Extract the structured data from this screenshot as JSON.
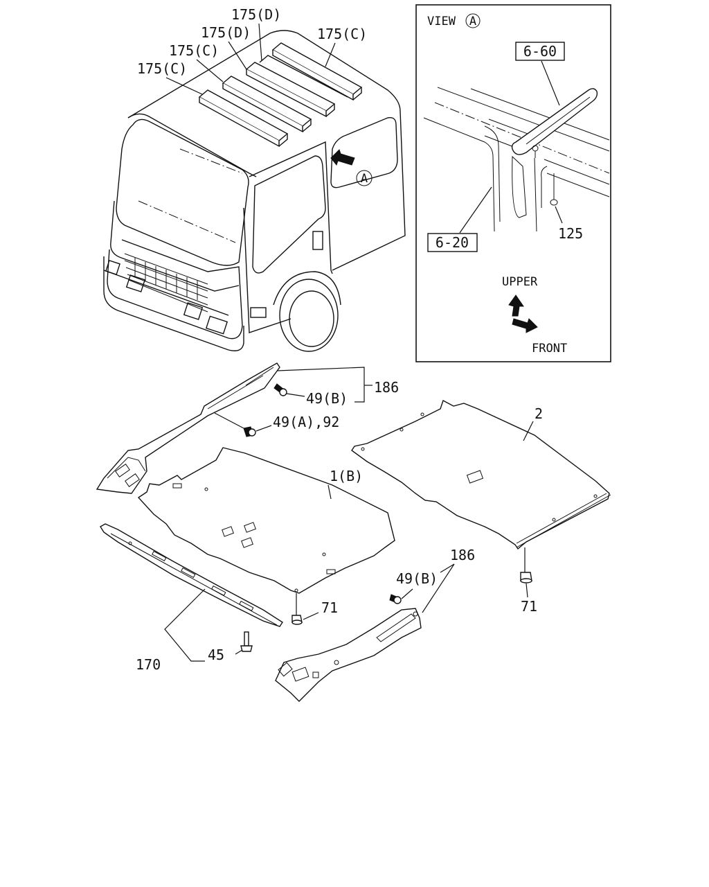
{
  "labels": {
    "roof_175d_upper": "175(D)",
    "roof_175d_lower": "175(D)",
    "roof_175c_right": "175(C)",
    "roof_175c_mid": "175(C)",
    "roof_175c_left": "175(C)",
    "view_marker": "A",
    "part_186_top": "186",
    "part_49b_top": "49(B)",
    "part_49a_92": "49(A),92",
    "part_2": "2",
    "part_1b": "1(B)",
    "part_186_bottom": "186",
    "part_49b_bottom": "49(B)",
    "part_71_left": "71",
    "part_71_right": "71",
    "part_170": "170",
    "part_45": "45"
  },
  "inset": {
    "title": "VIEW",
    "title_marker": "A",
    "ref_660": "6-60",
    "ref_620": "6-20",
    "part_125": "125",
    "upper": "UPPER",
    "front": "FRONT"
  }
}
